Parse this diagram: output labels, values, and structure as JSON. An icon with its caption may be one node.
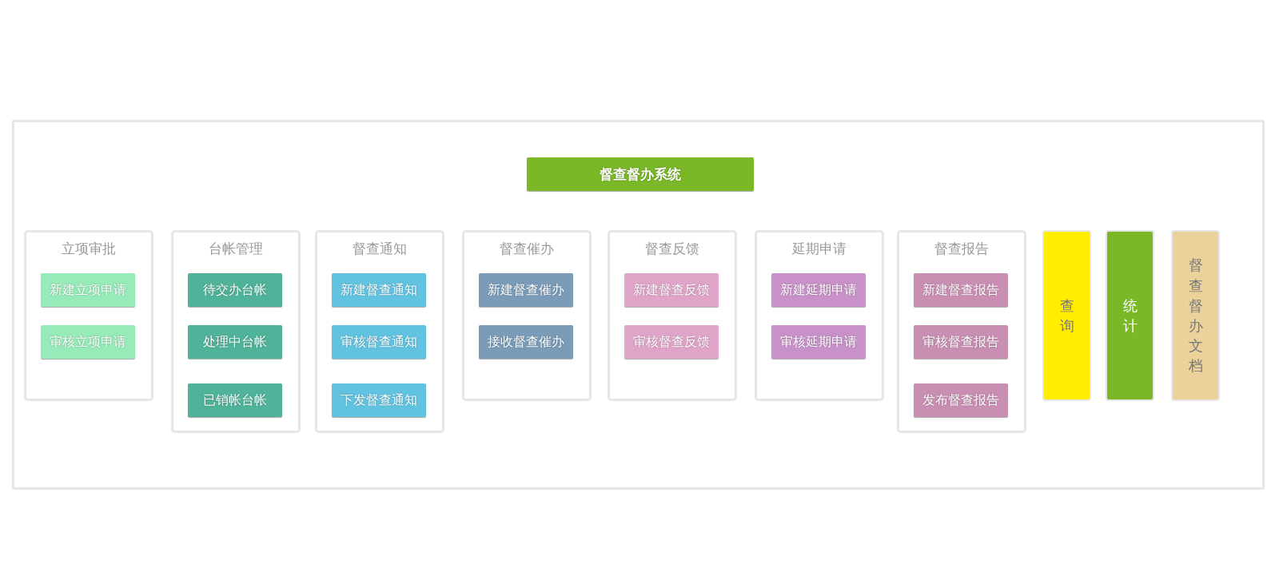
{
  "diagram": {
    "nodes": [
      {
        "text": [],
        "shape": "box"
      },
      {
        "text": [
          "督查督办系统"
        ],
        "in": 0
      },
      {
        "text": [
          "立项审批"
        ],
        "in": 0
      },
      {
        "text": [
          "新建立项申请"
        ],
        "in": 2
      },
      {
        "text": [
          "审核立项申请"
        ],
        "in": 2
      },
      {
        "text": [
          "台帐管理"
        ],
        "in": 0
      },
      {
        "text": [
          "待交办台帐"
        ],
        "in": 5
      },
      {
        "text": [
          "处理中台帐"
        ],
        "in": 5
      },
      {
        "text": [
          "已销帐台帐"
        ],
        "in": 5
      },
      {
        "text": [
          "督查通知"
        ],
        "in": 0
      },
      {
        "text": [
          "新建督查通知"
        ],
        "in": 9
      },
      {
        "text": [
          "审核督查通知"
        ],
        "in": 9
      },
      {
        "text": [
          "下发督查通知"
        ],
        "in": 9
      },
      {
        "text": [
          "督查催办"
        ],
        "in": 0
      },
      {
        "text": [
          "新建督查催办"
        ],
        "in": 13
      },
      {
        "text": [
          "接收督查催办"
        ],
        "in": 13
      },
      {
        "text": [
          "督查反馈"
        ],
        "in": 0
      },
      {
        "text": [
          "新建督查反馈"
        ],
        "in": 16
      },
      {
        "text": [
          "审核督查反馈"
        ],
        "in": 16
      },
      {
        "text": [
          "延期申请"
        ],
        "in": 0
      },
      {
        "text": [
          "新建延期申请"
        ],
        "in": 19
      },
      {
        "text": [
          "审核延期申请"
        ],
        "in": 19
      },
      {
        "text": [
          "督查报告"
        ],
        "in": 0
      },
      {
        "text": [
          "新建督查报告"
        ],
        "in": 22
      },
      {
        "text": [
          "审核督查报告"
        ],
        "in": 22
      },
      {
        "text": [
          "发布督查报告"
        ],
        "in": 22
      },
      {
        "text": [
          "查询"
        ],
        "in": 0
      },
      {
        "text": [
          "统计"
        ],
        "in": 0
      },
      {
        "text": [
          "督查督办文档"
        ],
        "in": 0
      }
    ]
  }
}
